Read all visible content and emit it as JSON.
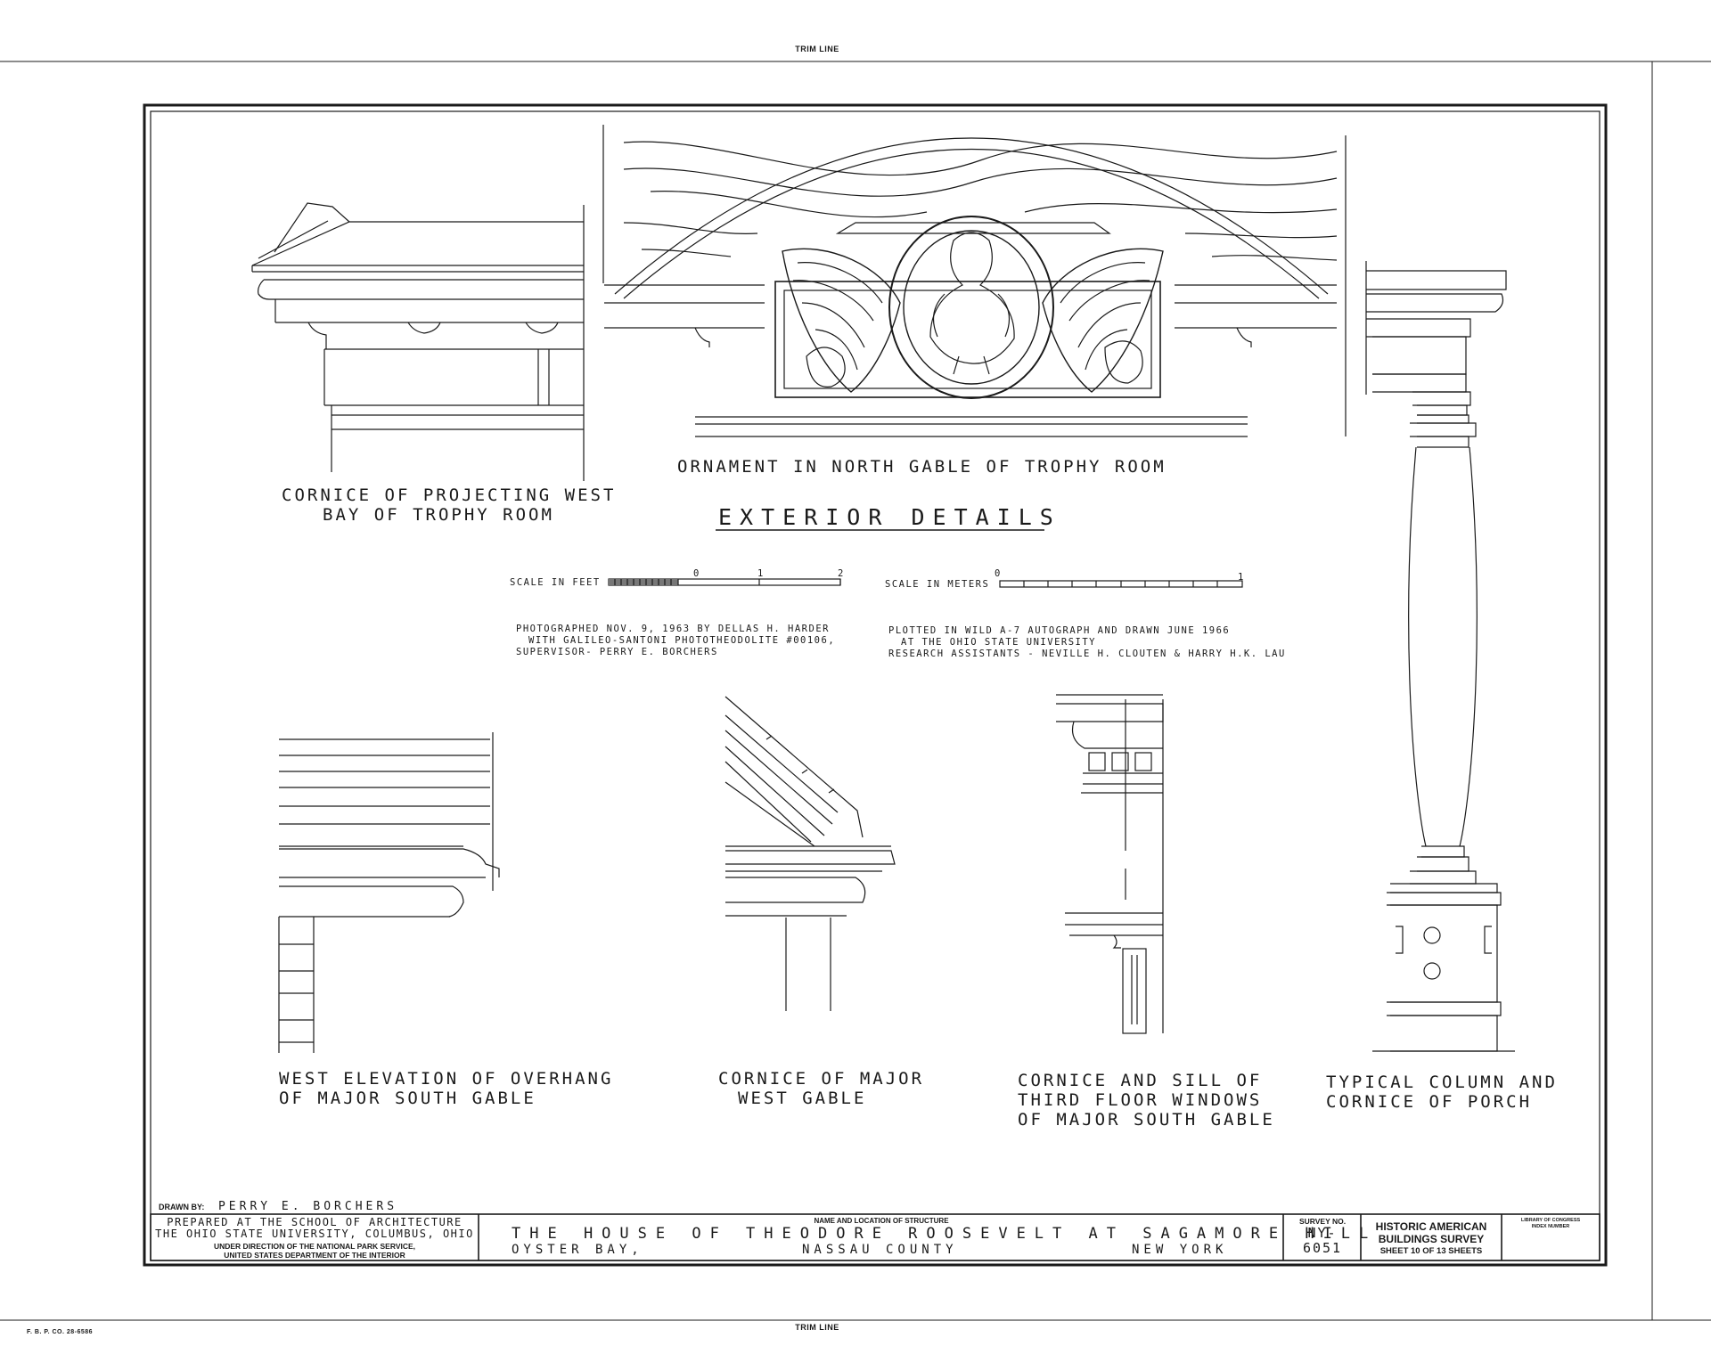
{
  "trim_line_top": "TRIM LINE",
  "trim_line_bottom": "TRIM LINE",
  "main_title": "EXTERIOR DETAILS",
  "captions": {
    "cornice_west_bay": [
      "CORNICE OF PROJECTING WEST",
      "BAY OF TROPHY ROOM"
    ],
    "ornament": "ORNAMENT IN NORTH GABLE OF TROPHY ROOM",
    "west_elevation": [
      "WEST ELEVATION OF OVERHANG",
      "OF MAJOR SOUTH GABLE"
    ],
    "cornice_major_west": [
      "CORNICE OF MAJOR",
      "WEST GABLE"
    ],
    "cornice_sill": [
      "CORNICE AND SILL OF",
      "THIRD FLOOR WINDOWS",
      "OF MAJOR SOUTH GABLE"
    ],
    "typical_column": [
      "TYPICAL COLUMN AND",
      "CORNICE OF PORCH"
    ]
  },
  "scale_feet": {
    "label": "SCALE IN FEET",
    "ticks": [
      "0",
      "1",
      "2"
    ]
  },
  "scale_meters": {
    "label": "SCALE IN METERS",
    "ticks": [
      "0",
      "1"
    ]
  },
  "photo_note": [
    "PHOTOGRAPHED NOV. 9, 1963 BY DELLAS H. HARDER",
    "WITH GALILEO-SANTONI PHOTOTHEODOLITE #00106,",
    "SUPERVISOR- PERRY E. BORCHERS"
  ],
  "plot_note": [
    "PLOTTED IN WILD A-7 AUTOGRAPH AND DRAWN JUNE 1966",
    "AT THE OHIO STATE UNIVERSITY",
    "RESEARCH ASSISTANTS - NEVILLE H. CLOUTEN & HARRY H.K. LAU"
  ],
  "title_block": {
    "drawn_by_label": "DRAWN BY:",
    "drawn_by": "PERRY E. BORCHERS",
    "prepared_1": "PREPARED AT THE SCHOOL OF ARCHITECTURE",
    "prepared_2": "THE OHIO STATE UNIVERSITY, COLUMBUS, OHIO",
    "direction_1": "UNDER DIRECTION OF THE NATIONAL PARK SERVICE,",
    "direction_2": "UNITED STATES DEPARTMENT OF THE INTERIOR",
    "structure_label": "NAME AND LOCATION OF STRUCTURE",
    "structure_name": "THE HOUSE OF THEODORE ROOSEVELT AT SAGAMORE HILL",
    "location_city": "OYSTER BAY,",
    "location_county": "NASSAU COUNTY",
    "location_state": "NEW YORK",
    "survey_label": "SURVEY NO.",
    "survey_no_1": "NY-",
    "survey_no_2": "6051",
    "habs_1": "HISTORIC AMERICAN",
    "habs_2": "BUILDINGS SURVEY",
    "sheet_text": "SHEET 10 OF 13 SHEETS",
    "loc_1": "LIBRARY OF CONGRESS",
    "loc_2": "INDEX NUMBER"
  },
  "printer_code": "F. B. P. CO. 28-6586"
}
